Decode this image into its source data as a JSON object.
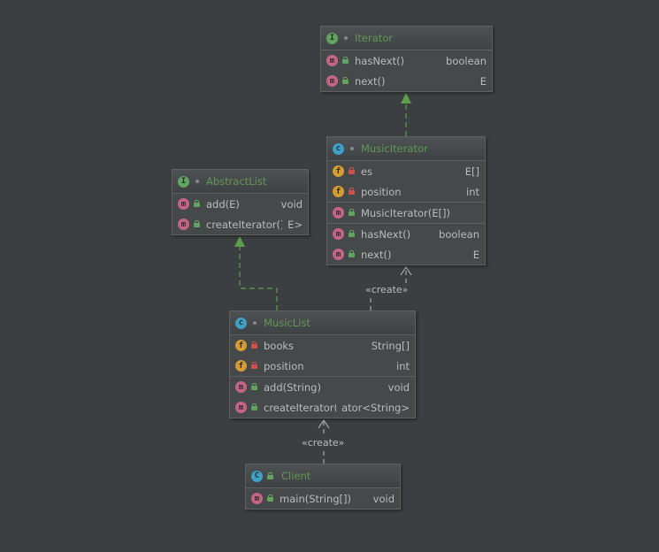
{
  "edge_labels": {
    "create_upper": "«create»",
    "create_lower": "«create»"
  },
  "classes": {
    "iterator": {
      "kind": "I",
      "name": "Iterator",
      "methods": [
        {
          "name": "hasNext()",
          "type": "boolean"
        },
        {
          "name": "next()",
          "type": "E"
        }
      ]
    },
    "music_iterator": {
      "kind": "c",
      "name": "MusicIterator",
      "fields": [
        {
          "name": "es",
          "type": "E[]"
        },
        {
          "name": "position",
          "type": "int"
        }
      ],
      "constructors": [
        {
          "name": "MusicIterator(E[])"
        }
      ],
      "methods": [
        {
          "name": "hasNext()",
          "type": "boolean"
        },
        {
          "name": "next()",
          "type": "E"
        }
      ]
    },
    "abstract_list": {
      "kind": "I",
      "name": "AbstractList",
      "methods": [
        {
          "name": "add(E)",
          "type": "void"
        },
        {
          "name": "createIterator()",
          "type": "E>"
        }
      ]
    },
    "music_list": {
      "kind": "c",
      "name": "MusicList",
      "fields": [
        {
          "name": "books",
          "type": "String[]"
        },
        {
          "name": "position",
          "type": "int"
        }
      ],
      "methods": [
        {
          "name": "add(String)",
          "type": "void"
        },
        {
          "name": "createIterator()",
          "type": "ator<String>"
        }
      ]
    },
    "client": {
      "kind": "C",
      "name": "Client",
      "methods": [
        {
          "name": "main(String[])",
          "type": "void"
        }
      ]
    }
  },
  "colors": {
    "background": "#3c3f41",
    "class_name": "#629755",
    "implements_edge": "#5e9e4a",
    "dependency_edge": "#bbbbbb",
    "badge_interface": "#62a362",
    "badge_class": "#3e9fc7",
    "badge_method": "#c46586",
    "badge_field": "#d79b34"
  }
}
